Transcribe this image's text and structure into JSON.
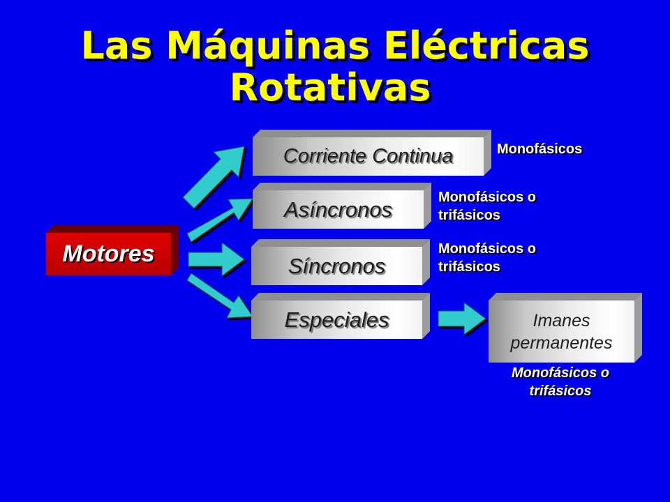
{
  "title": {
    "line1": "Las Máquinas Eléctricas",
    "line2": "Rotativas"
  },
  "root": {
    "label": "Motores"
  },
  "types": [
    {
      "label": "Corriente Continua",
      "note_line1": "Monofásicos",
      "note_line2": ""
    },
    {
      "label": "Asíncronos",
      "note_line1": "Monofásicos o",
      "note_line2": "trifásicos"
    },
    {
      "label": "Síncronos",
      "note_line1": "Monofásicos o",
      "note_line2": "trifásicos"
    },
    {
      "label": "Especiales",
      "note_line1": "",
      "note_line2": ""
    }
  ],
  "special": {
    "label_line1": "Imanes",
    "label_line2": "permanentes",
    "note_line1": "Monofásicos o",
    "note_line2": "trifásicos"
  },
  "colors": {
    "background": "#0000ee",
    "title": "#ffff00",
    "arrow": "#33cccc",
    "root_box": "#cc0000"
  }
}
